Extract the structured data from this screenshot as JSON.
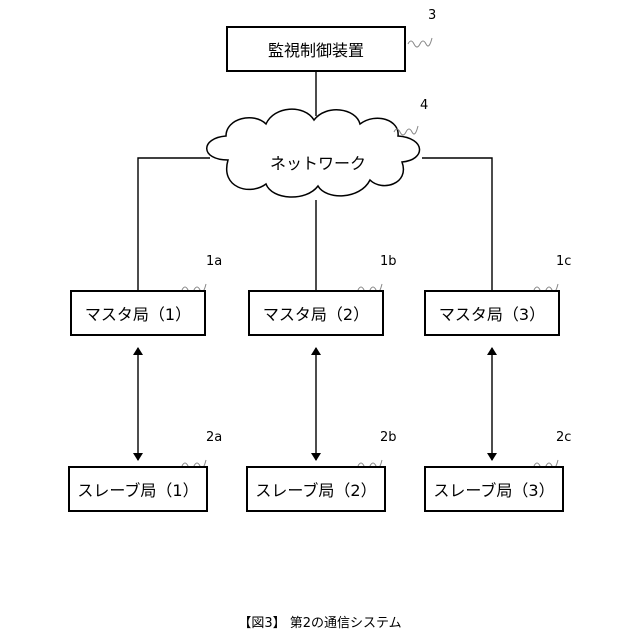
{
  "monitor": {
    "label": "監視制御装置",
    "ref": "3"
  },
  "network": {
    "label": "ネットワーク",
    "ref": "4"
  },
  "masters": [
    {
      "label": "マスタ局（1）",
      "ref": "1a"
    },
    {
      "label": "マスタ局（2）",
      "ref": "1b"
    },
    {
      "label": "マスタ局（3）",
      "ref": "1c"
    }
  ],
  "slaves": [
    {
      "label": "スレーブ局（1）",
      "ref": "2a"
    },
    {
      "label": "スレーブ局（2）",
      "ref": "2b"
    },
    {
      "label": "スレーブ局（3）",
      "ref": "2c"
    }
  ],
  "caption": "【図3】 第2の通信システム"
}
